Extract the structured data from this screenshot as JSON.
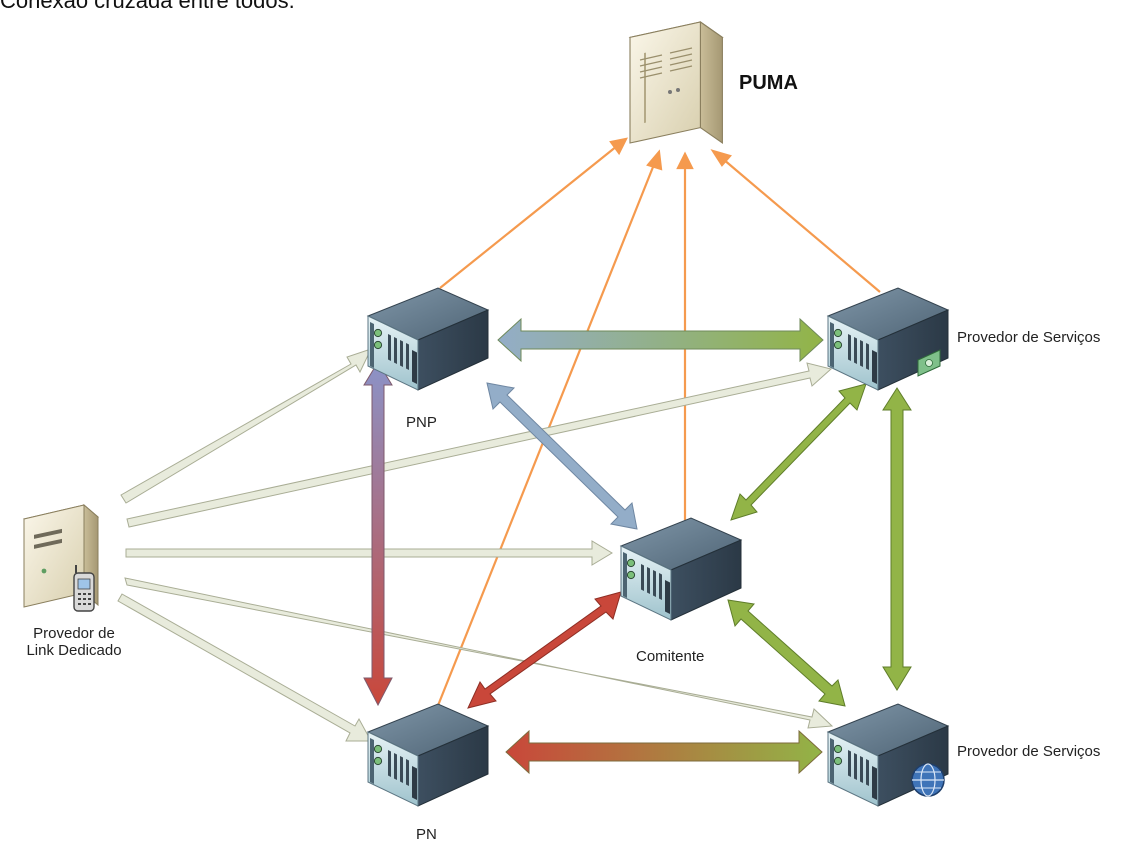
{
  "caption": "Conexão cruzada entre todos.",
  "labels": {
    "puma": "PUMA",
    "pnp": "PNP",
    "pn": "PN",
    "comitente": "Comitente",
    "provedor_servicos_top": "Provedor de Serviços",
    "provedor_servicos_bottom": "Provedor de Serviços",
    "provedor_link_line1": "Provedor de",
    "provedor_link_line2": "Link Dedicado"
  },
  "icons": {
    "puma": "tower-server-icon",
    "pnp": "rack-server-icon",
    "pn": "rack-server-icon",
    "comitente": "rack-server-icon",
    "provedor_servicos_top": "rack-server-icon",
    "provedor_servicos_bottom": "rack-server-icon",
    "provedor_link": "tower-server-icon",
    "money_badge": "money-icon",
    "globe_badge": "globe-icon",
    "phone_badge": "mobile-phone-icon"
  },
  "colors": {
    "orange_link": "#f59a4e",
    "beige_link": "#e7eadb",
    "blue_link": "#93adc8",
    "green_link": "#92b447",
    "red_link": "#c9473a",
    "purple_link": "#8c86b8",
    "server_body": "#5d7183"
  }
}
